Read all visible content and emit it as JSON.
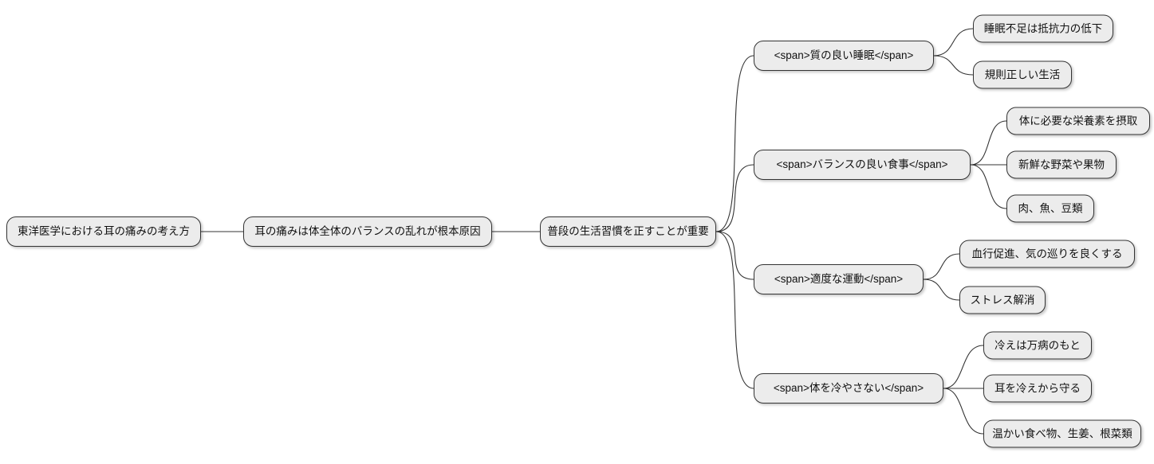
{
  "mindmap": {
    "root": "東洋医学における耳の痛みの考え方",
    "cause": "耳の痛みは体全体のバランスの乱れが根本原因",
    "approach": "普段の生活習慣を正すことが重要",
    "branches": [
      {
        "label": "<span>質の良い睡眠</span>",
        "children": [
          "睡眠不足は抵抗力の低下",
          "規則正しい生活"
        ]
      },
      {
        "label": "<span>バランスの良い食事</span>",
        "children": [
          "体に必要な栄養素を摂取",
          "新鮮な野菜や果物",
          "肉、魚、豆類"
        ]
      },
      {
        "label": "<span>適度な運動</span>",
        "children": [
          "血行促進、気の巡りを良くする",
          "ストレス解消"
        ]
      },
      {
        "label": "<span>体を冷やさない</span>",
        "children": [
          "冷えは万病のもと",
          "耳を冷えから守る",
          "温かい食べ物、生姜、根菜類"
        ]
      }
    ],
    "colors": {
      "node_fill": "#ececec",
      "node_border": "#333333",
      "edge": "#333333",
      "text": "#111111",
      "background": "#ffffff"
    }
  }
}
